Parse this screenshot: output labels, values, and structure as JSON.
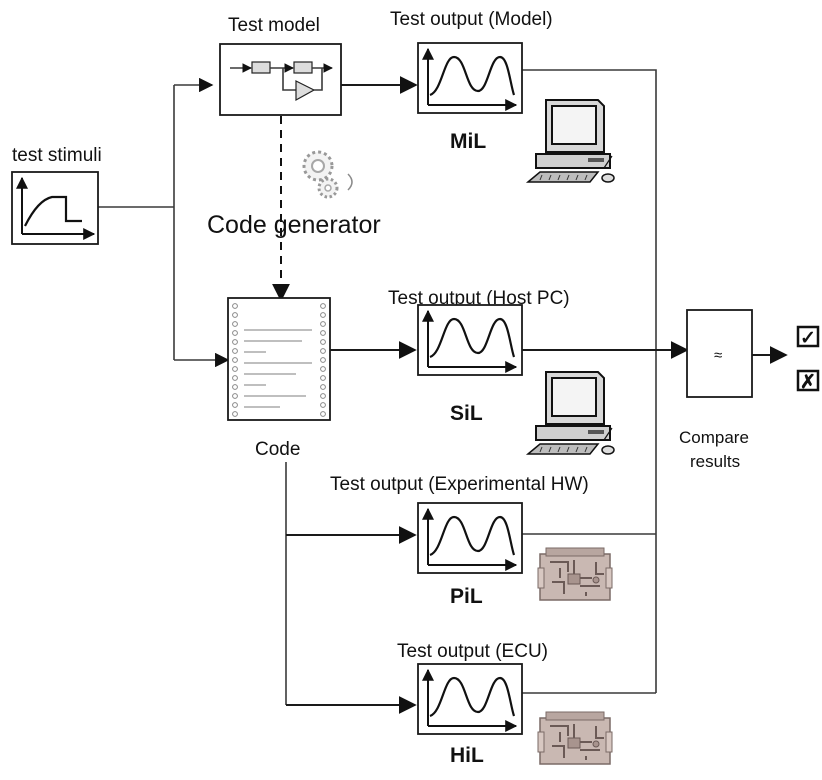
{
  "diagram": {
    "test_stimuli": "test stimuli",
    "test_model": "Test model",
    "code_generator": "Code generator",
    "code": "Code",
    "outputs": [
      {
        "title": "Test output (Model)",
        "tag": "MiL",
        "device": "computer-icon"
      },
      {
        "title": "Test output (Host PC)",
        "tag": "SiL",
        "device": "computer-icon"
      },
      {
        "title": "Test output (Experimental HW)",
        "tag": "PiL",
        "device": "circuit-board-icon"
      },
      {
        "title": "Test output (ECU)",
        "tag": "HiL",
        "device": "circuit-board-icon"
      }
    ],
    "compare": {
      "line1": "Compare",
      "line2": "results",
      "symbol": "≈",
      "pass": "✓",
      "fail": "✗"
    }
  }
}
